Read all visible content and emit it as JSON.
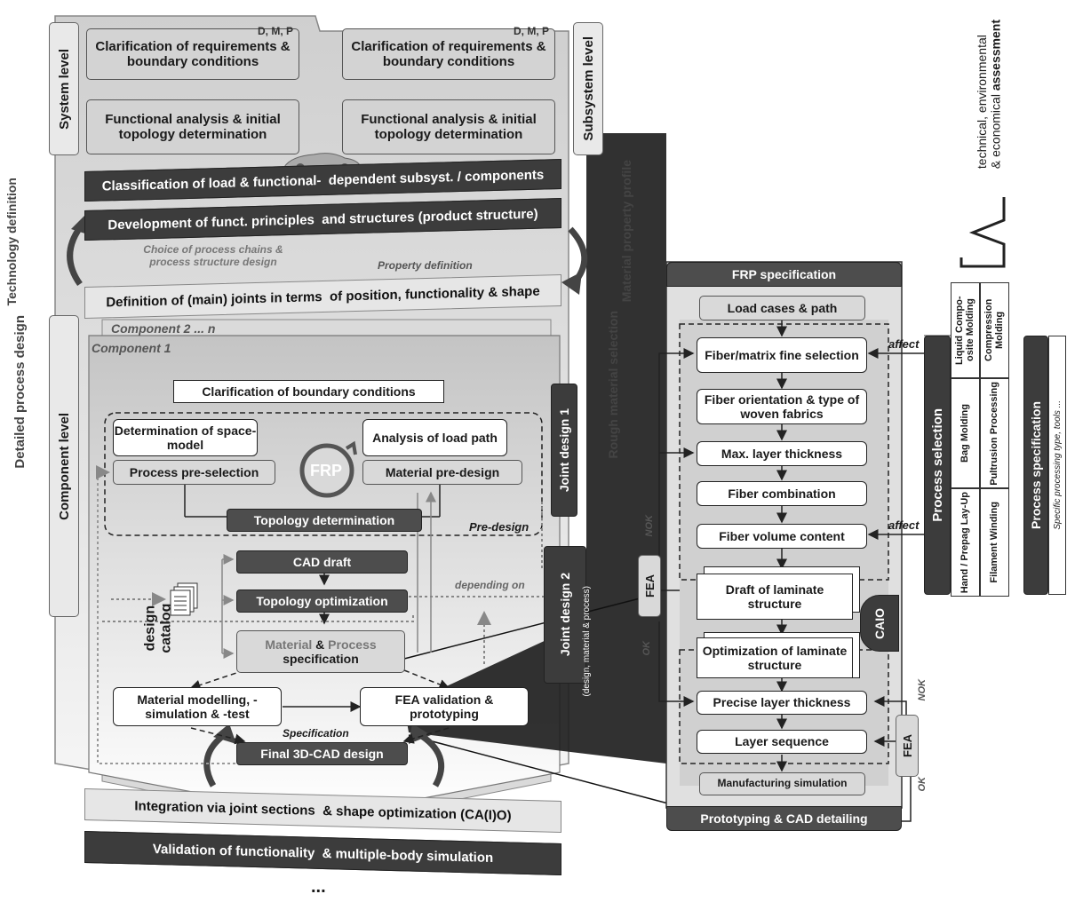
{
  "colors": {
    "dark": "#3c3c3c",
    "mid": "#d9d9d9",
    "light": "#eeeeee",
    "line": "#222222"
  },
  "left_labels": {
    "technology_definition": "Technology definition",
    "detailed_process_design": "Detailed process design",
    "material_property_profile": "Material property profile",
    "rough_material_selection": "Rough material selection",
    "system_level": "System level",
    "subsystem_level": "Subsystem level",
    "component_level": "Component level"
  },
  "top_boxes": {
    "dmp": "D, M, P",
    "clarification": "Clarification of requirements & boundary conditions",
    "functional": "Functional analysis & initial topology determination"
  },
  "bands": {
    "classification_left": "Classification of load & functional-",
    "classification_right": "dependent subsyst. / components",
    "development_left": "Development of funct. principles",
    "development_right": "and structures (product structure)",
    "choice": "Choice of process chains & process structure design",
    "property_definition": "Property definition",
    "joints_left": "Definition of (main) joints in terms",
    "joints_right": "of position, functionality & shape",
    "integration_left": "Integration via joint sections",
    "integration_right": "& shape optimization (CA(I)O)",
    "validation_left": "Validation of functionality",
    "validation_right": "& multiple-body simulation",
    "ellipsis": "..."
  },
  "component": {
    "component_n": "Component 2 ... n",
    "component_1": "Component 1",
    "clarification_bc_1": "Clarification of",
    "clarification_bc_2": "boundary conditions",
    "space_model": "Determination of space-model",
    "load_path": "Analysis of load path",
    "frp": "FRP",
    "process_preselection": "Process pre-selection",
    "material_predesign": "Material pre-design",
    "topology_determination": "Topology determination",
    "pre_design": "Pre-design",
    "joint_design_1": "Joint design 1",
    "joint_design_2": "Joint design 2",
    "joint_design_2_sub": "(design, material & process)",
    "cad_draft": "CAD draft",
    "topology_optimization": "Topology optimization",
    "depending_on": "depending on",
    "design_catalog": "design catalog",
    "material_word": "Material",
    "amp": " & ",
    "process_word": "Process",
    "specification": "specification",
    "material_modelling": "Material modelling, -simulation & -test",
    "fea_validation": "FEA validation & prototyping",
    "specification_label": "Specification",
    "final_cad": "Final 3D-CAD design"
  },
  "frp_panel": {
    "title": "FRP specification",
    "load_cases": "Load cases & path",
    "fiber_matrix": "Fiber/matrix fine selection",
    "fiber_orientation": "Fiber orientation & type of woven fabrics",
    "max_layer": "Max. layer thickness",
    "fiber_combination": "Fiber combination",
    "fiber_volume": "Fiber volume content",
    "draft_laminate": "Draft of laminate structure",
    "caio": "CAIO",
    "optimization_laminate": "Optimization of laminate structure",
    "precise_layer": "Precise layer thickness",
    "layer_sequence": "Layer sequence",
    "manufacturing_sim": "Manufacturing simulation",
    "prototyping": "Prototyping & CAD detailing",
    "fea": "FEA",
    "nok": "NOK",
    "ok": "OK",
    "affect": "affect"
  },
  "process_panel": {
    "process_selection": "Process selection",
    "process_specification": "Process specification",
    "specific": "Specific processing type, tools ...",
    "liquid": "Liquid Compo- osite Molding",
    "compression": "Compression Molding",
    "bag": "Bag Molding",
    "pultrusion": "Pultrusion Processing",
    "hand": "Hand / Prepag Lay-Up",
    "filament": "Filament Winding"
  },
  "assessment": {
    "line1": "technical, environmental",
    "line2_normal": "& economical ",
    "line2_bold": "assessment"
  }
}
